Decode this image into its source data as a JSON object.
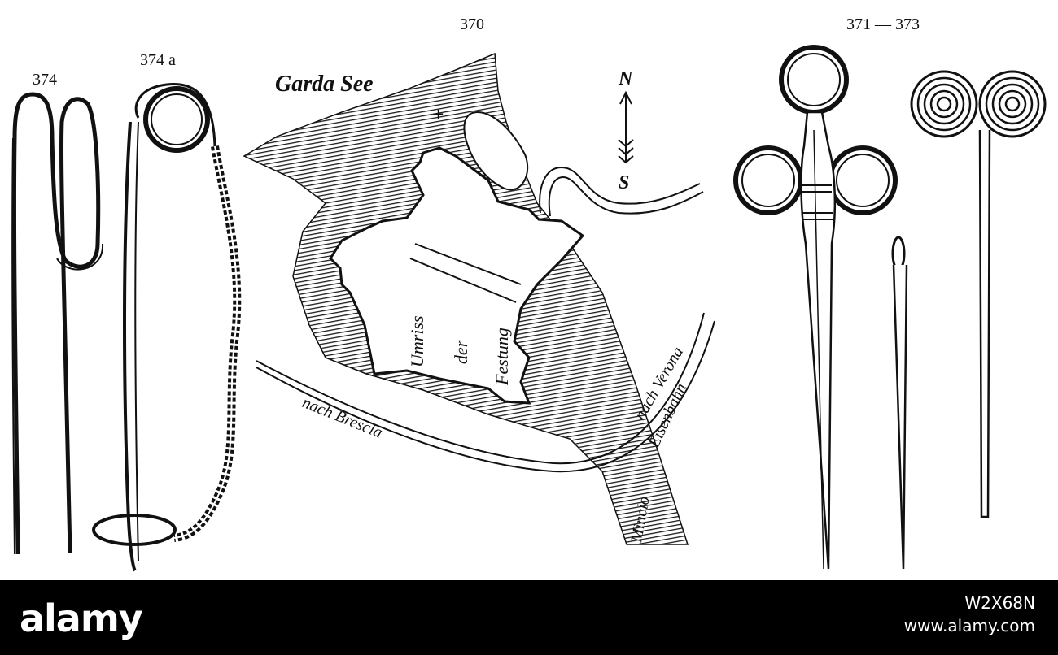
{
  "figure_labels": {
    "fig_370": "370",
    "fig_371_373": "371 — 373",
    "fig_374": "374",
    "fig_374a": "374 a"
  },
  "map": {
    "lake_label": "Garda See",
    "fortress_lines": [
      "Umriss",
      "der",
      "Festung"
    ],
    "road_brescia": "nach Brescia",
    "road_verona": "nach Verona",
    "railway": "Eisenbahn",
    "river": "Mincio",
    "compass_north": "N",
    "compass_south": "S"
  },
  "watermark": {
    "logo": "alamy",
    "image_id": "W2X68N",
    "site": "www.alamy.com"
  },
  "colors": {
    "ink": "#111111",
    "paper": "#ffffff",
    "banner": "#000000"
  }
}
